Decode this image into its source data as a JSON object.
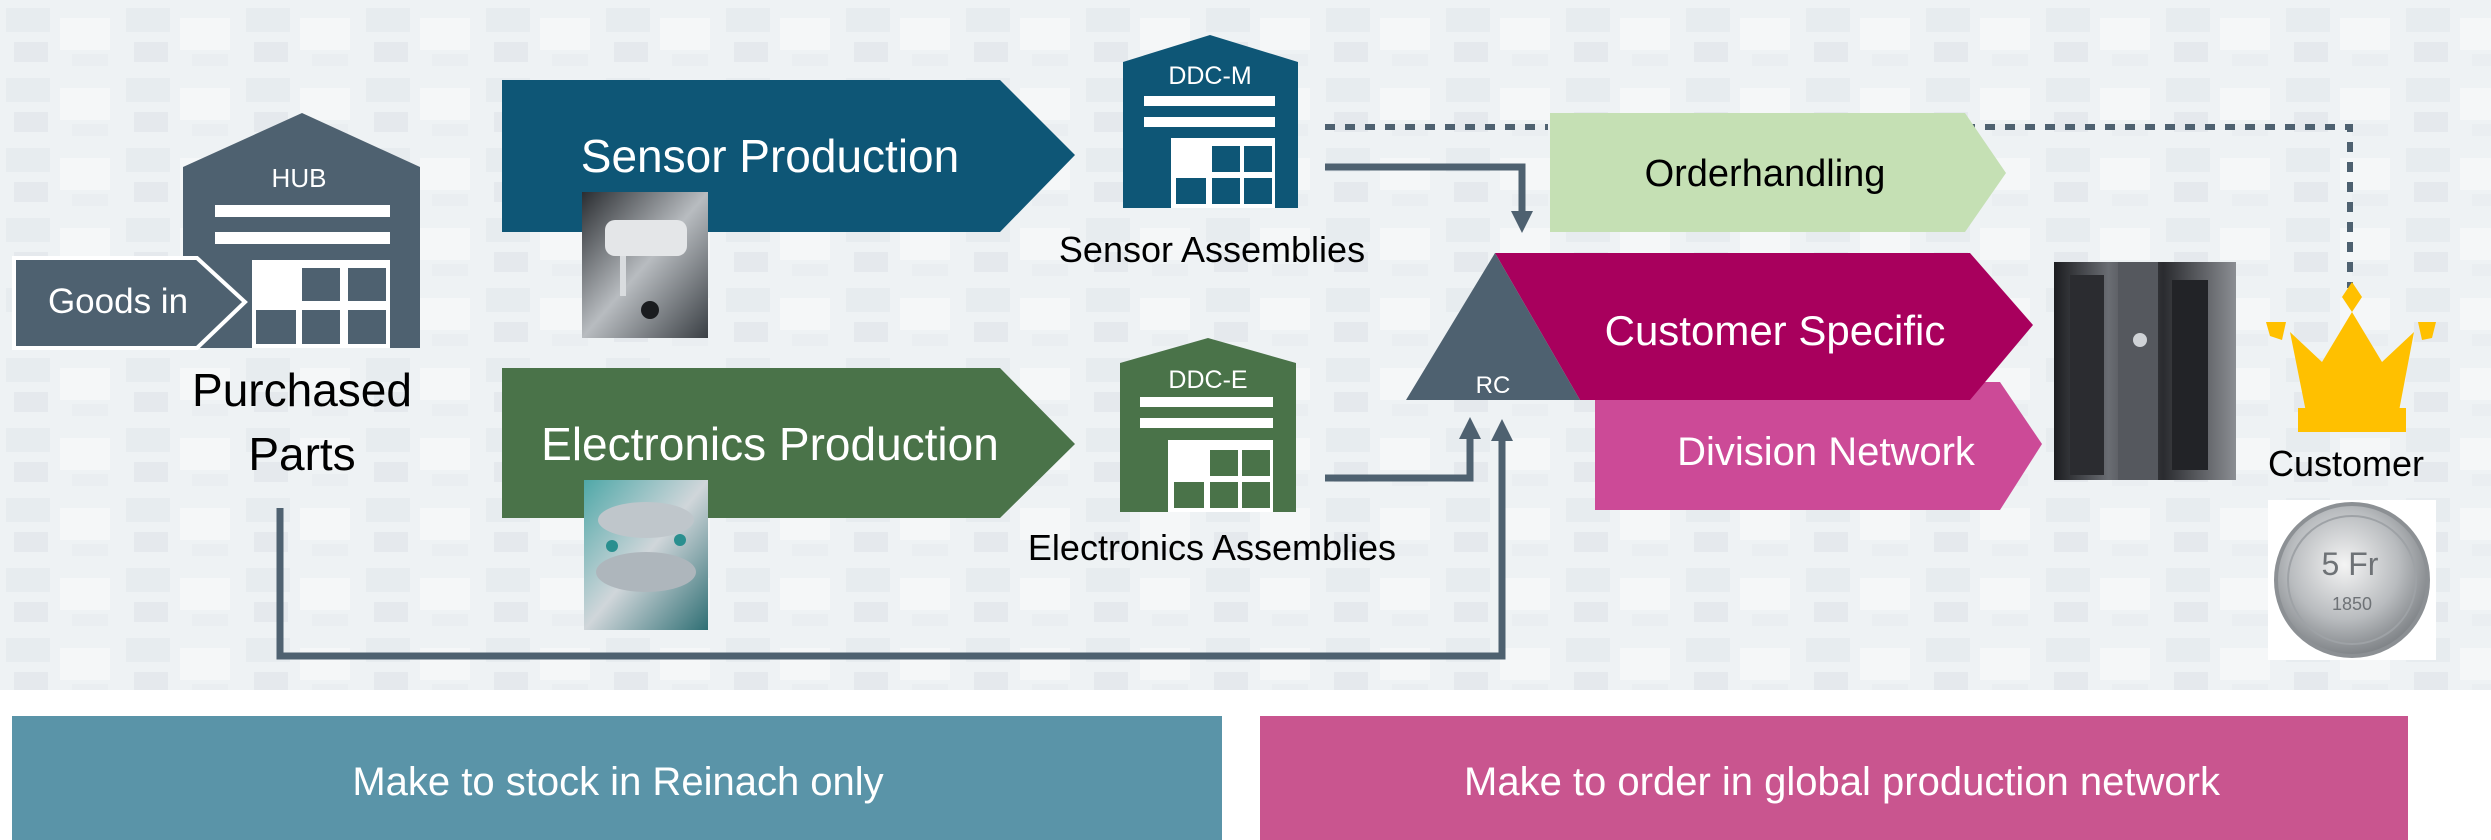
{
  "colors": {
    "sensor": "#0e5676",
    "electronics": "#4a7349",
    "hub": "#4e6170",
    "orderhandling": "#c5e0b4",
    "customer_specific": "#a8005d",
    "division_network": "#cc4a97",
    "footer_left": "#5a94a8",
    "footer_right": "#c9558f",
    "crown": "#ffc000",
    "arrow": "#4e6170"
  },
  "hub": {
    "label": "HUB",
    "caption_line1": "Purchased",
    "caption_line2": "Parts"
  },
  "goods_in": {
    "label": "Goods in"
  },
  "sensor_production": {
    "label": "Sensor Production"
  },
  "electronics_production": {
    "label": "Electronics Production"
  },
  "ddc_m": {
    "label": "DDC-M",
    "caption": "Sensor Assemblies"
  },
  "ddc_e": {
    "label": "DDC-E",
    "caption": "Electronics Assemblies"
  },
  "orderhandling": {
    "label": "Orderhandling"
  },
  "rc": {
    "label": "RC"
  },
  "customer_specific": {
    "label": "Customer Specific"
  },
  "division_network": {
    "label": "Division Network"
  },
  "customer": {
    "label": "Customer",
    "coin_text": "5 Fr",
    "coin_year": "1850"
  },
  "footer": {
    "left": "Make to stock in Reinach only",
    "right": "Make to order in global production network"
  }
}
